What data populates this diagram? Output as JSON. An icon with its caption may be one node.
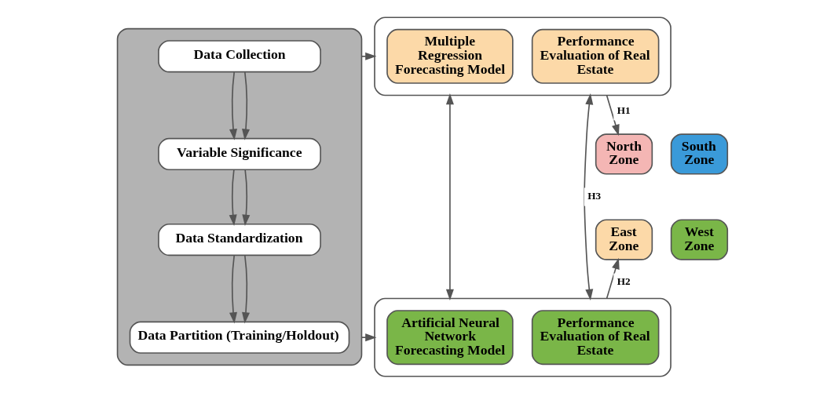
{
  "diagram": {
    "nodes": [
      {
        "text": [],
        "shape": "box"
      },
      {
        "text": [
          "Data Collection"
        ],
        "in": 0
      },
      {
        "text": [
          "Variable Significance"
        ],
        "in": 0
      },
      {
        "text": [
          "Data Standardization"
        ],
        "in": 0
      },
      {
        "text": [
          "Data Partition (Training/Holdout)"
        ],
        "in": 0
      },
      {
        "text": [],
        "shape": "box"
      },
      {
        "text": [
          "Multiple Regression Forecasting Model"
        ],
        "in": 5
      },
      {
        "text": [
          "Performance Evaluation of Real Estate"
        ],
        "in": 5
      },
      {
        "text": [],
        "shape": "box"
      },
      {
        "text": [
          "Artificial Neural Network Forecasting Model"
        ],
        "in": 8
      },
      {
        "text": [
          "Performance Evaluation of Real Estate"
        ],
        "in": 8
      },
      {
        "text": [
          "North Zone"
        ]
      },
      {
        "text": [
          "South Zone"
        ]
      },
      {
        "text": [
          "East Zone"
        ]
      },
      {
        "text": [
          "West Zone"
        ]
      }
    ],
    "edges": [
      {
        "from": 1,
        "to": 2,
        "arrow": "to"
      },
      {
        "from": 1,
        "to": 2,
        "arrow": "to"
      },
      {
        "from": 2,
        "to": 3,
        "arrow": "to"
      },
      {
        "from": 2,
        "to": 3,
        "arrow": "to"
      },
      {
        "from": 3,
        "to": 4,
        "arrow": "to"
      },
      {
        "from": 3,
        "to": 4,
        "arrow": "to"
      },
      {
        "from": 0,
        "to": 5,
        "arrow": "to"
      },
      {
        "from": 0,
        "to": 8,
        "arrow": "to"
      },
      {
        "from": 5,
        "to": 8,
        "arrow": "both"
      },
      {
        "from": 5,
        "to": 8,
        "arrow": "both",
        "label": "H3"
      },
      {
        "from": 5,
        "to": 11,
        "arrow": "to",
        "label": "H1"
      },
      {
        "from": 8,
        "to": 13,
        "arrow": "to",
        "label": "H2"
      }
    ]
  }
}
